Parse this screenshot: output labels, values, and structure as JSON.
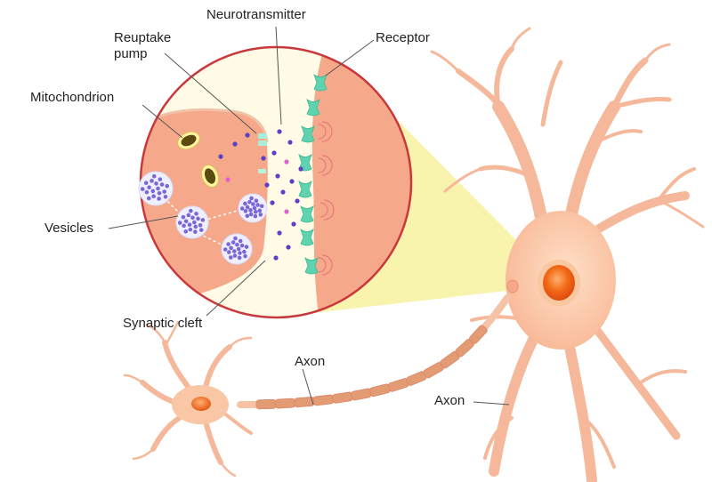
{
  "labels": {
    "neurotransmitter": "Neurotransmitter",
    "reuptake_pump_line1": "Reuptake",
    "reuptake_pump_line2": "pump",
    "receptor": "Receptor",
    "mitochondrion": "Mitochondrion",
    "vesicles": "Vesicles",
    "synaptic_cleft": "Synaptic cleft",
    "axon_presynaptic": "Axon",
    "axon_postsynaptic": "Axon"
  },
  "colors": {
    "membrane": "#f6a98a",
    "cell_body": "#fbd0b0",
    "cleft": "#fffbe6",
    "zoom_outline": "#c8383c",
    "magnifier_beam": "#f7f2a0",
    "vesicle": "#7b68d6",
    "molecule": "#5b3fc4",
    "molecule_alt": "#e060d0",
    "receptor": "#5fd3b0",
    "mitochondrion": "#5a4a10",
    "nucleus": "#f05a10",
    "myelin": "#e39b74"
  },
  "icons": [
    "neuron-shape",
    "zoom-circle",
    "vesicle-cluster",
    "receptor-cup",
    "mitochondrion-oval"
  ]
}
